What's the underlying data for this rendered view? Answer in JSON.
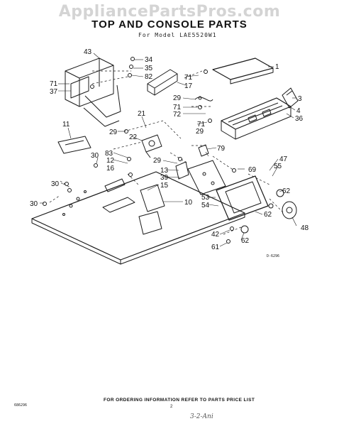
{
  "header": {
    "watermark": "AppliancePartsPros.com",
    "title": "TOP AND CONSOLE PARTS",
    "subtitle": "For Model LAE5520W1"
  },
  "callouts": [
    "43",
    "34",
    "35",
    "82",
    "71",
    "37",
    "1",
    "71",
    "17",
    "3",
    "29",
    "4",
    "71",
    "72",
    "36",
    "11",
    "21",
    "71",
    "29",
    "29",
    "22",
    "79",
    "30",
    "83",
    "12",
    "16",
    "29",
    "69",
    "47",
    "55",
    "13",
    "39",
    "15",
    "62",
    "30",
    "10",
    "53",
    "54",
    "62",
    "48",
    "30",
    "42",
    "62",
    "61"
  ],
  "figure_code": "D-6296",
  "footer": {
    "ordering_note": "FOR ORDERING INFORMATION REFER TO PARTS PRICE LIST",
    "doc_code": "686296",
    "page_number": "2",
    "handwritten_note": "3-2-Ani"
  }
}
